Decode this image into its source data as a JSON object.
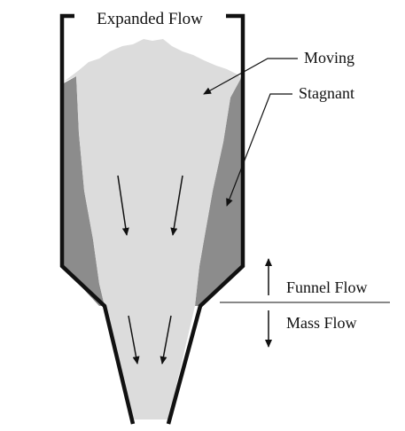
{
  "labels": {
    "title": "Expanded Flow",
    "moving": "Moving",
    "stagnant": "Stagnant",
    "funnel_flow": "Funnel Flow",
    "mass_flow": "Mass Flow"
  },
  "colors": {
    "outline": "#111111",
    "moving_region": "#dcdcdc",
    "stagnant_region": "#8c8c8c",
    "background": "#ffffff"
  }
}
